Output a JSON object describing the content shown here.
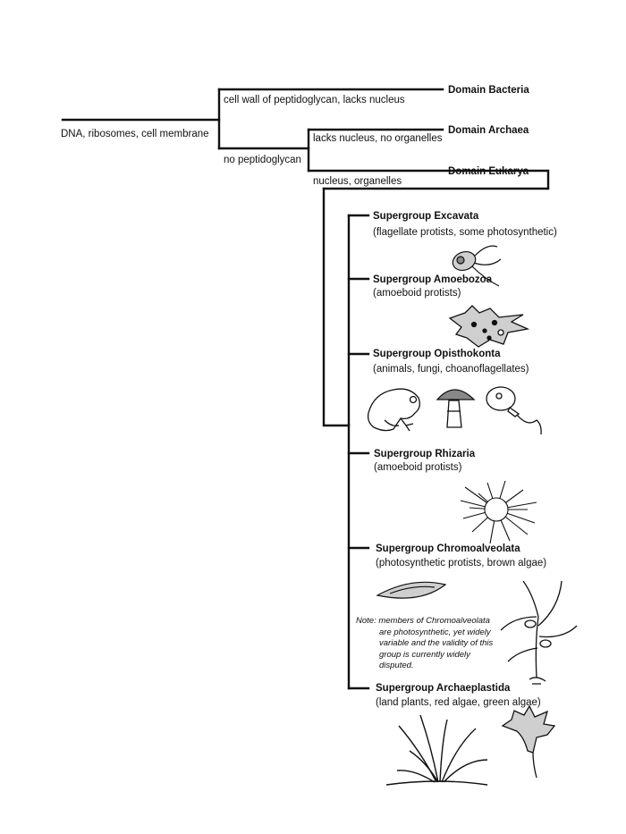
{
  "root_label": "DNA, ribosomes, cell membrane",
  "bacteria_trait": "cell wall of peptidoglycan, lacks nucleus",
  "no_peptidoglycan": "no peptidoglycan",
  "archaea_trait": "lacks nucleus, no organelles",
  "eukarya_trait": "nucleus, organelles",
  "domains": {
    "bacteria": "Domain Bacteria",
    "archaea": "Domain Archaea",
    "eukarya": "Domain Eukarya"
  },
  "supergroups": [
    {
      "name": "Supergroup Excavata",
      "desc": "(flagellate protists, some photosynthetic)"
    },
    {
      "name": "Supergroup Amoebozoa",
      "desc": "(amoeboid protists)"
    },
    {
      "name": "Supergroup Opisthokonta",
      "desc": "(animals, fungi, choanoflagellates)"
    },
    {
      "name": "Supergroup Rhizaria",
      "desc": "(amoeboid protists)"
    },
    {
      "name": "Supergroup Chromoalveolata",
      "desc": "(photosynthetic protists, brown algae)"
    },
    {
      "name": "Supergroup Archaeplastida",
      "desc": "(land plants, red algae, green algae)"
    }
  ],
  "note_lines": [
    "Note: members of Chromoalveolata",
    "are photosynthetic, yet widely",
    "variable and the validity of this",
    "group is currently widely",
    "disputed."
  ],
  "colors": {
    "ink": "#111111",
    "cell_fill": "#cfcfcf",
    "dark_fill": "#555555"
  }
}
